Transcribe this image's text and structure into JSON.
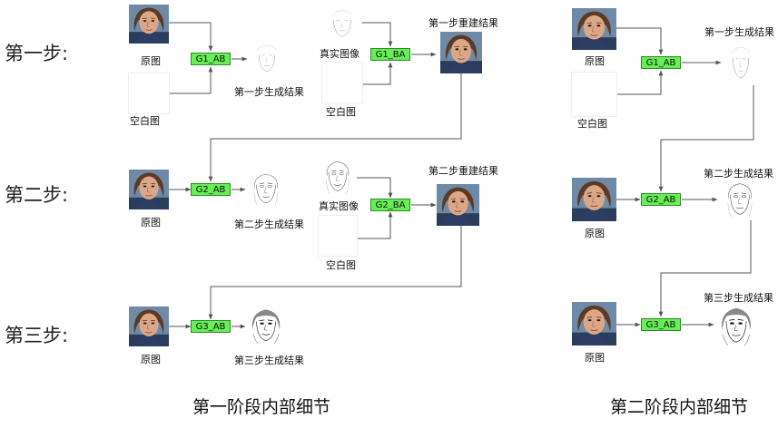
{
  "steps": [
    "第一步:",
    "第二步:",
    "第三步:"
  ],
  "captions": {
    "original": "原图",
    "blank": "空白图",
    "real": "真实图像",
    "s1_gen": "第一步生成结果",
    "s1_rec": "第一步重建结果",
    "s2_gen": "第二步生成结果",
    "s2_rec": "第二步重建结果",
    "s3_gen": "第三步生成结果"
  },
  "generators": {
    "g1ab": "G1_AB",
    "g1ba": "G1_BA",
    "g2ab": "G2_AB",
    "g2ba": "G2_BA",
    "g3ab": "G3_AB"
  },
  "sections": {
    "stage1": "第一阶段内部细节",
    "stage2": "第二阶段内部细节"
  },
  "colors": {
    "generator_fill": "#66ee55",
    "generator_border": "#2f8a2a",
    "wire": "#555555"
  },
  "icons": {
    "face_photo": "face-photo-icon",
    "face_sketch": "face-sketch-icon"
  }
}
